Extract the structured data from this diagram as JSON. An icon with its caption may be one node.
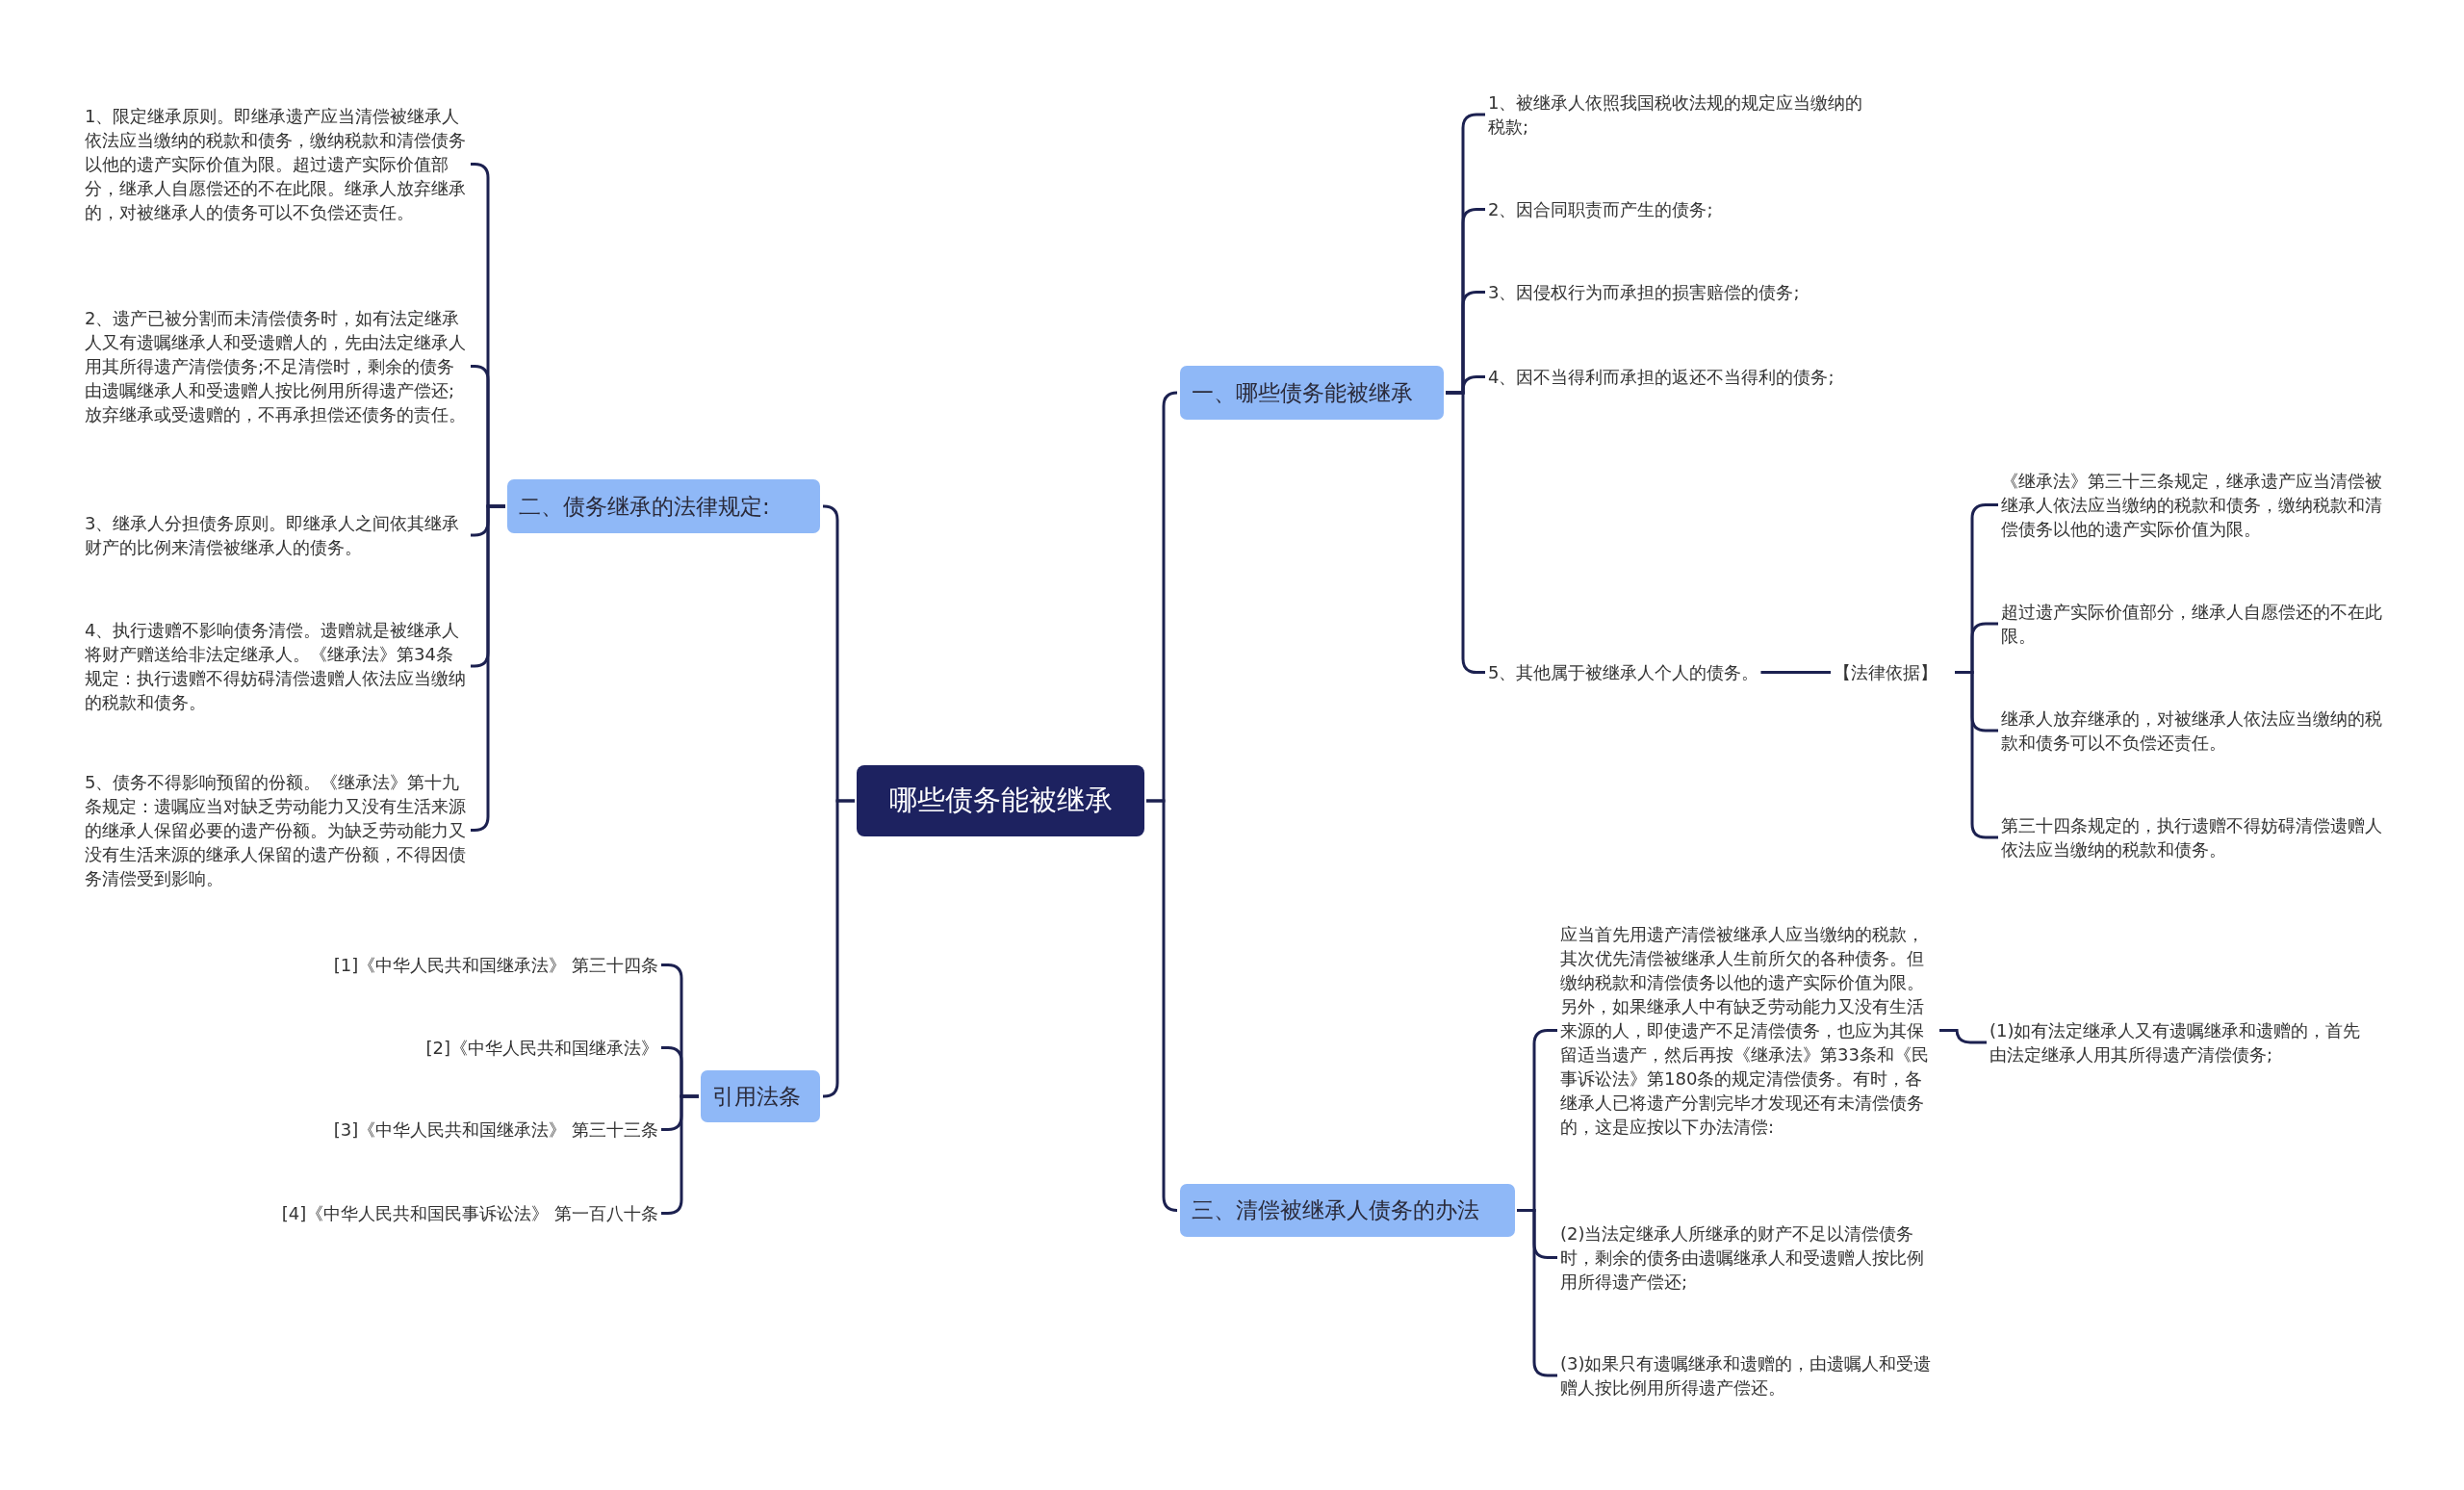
{
  "diagram": {
    "nodes": [
      {
        "text": [
          "哪些债务能被继承"
        ]
      },
      {
        "text": [
          "一、哪些债务能被继承"
        ]
      },
      {
        "text": [
          "1、被继承人依照我国税收法规的规定应当缴纳的税款;"
        ]
      },
      {
        "text": [
          "2、因合同职责而产生的债务;"
        ]
      },
      {
        "text": [
          "3、因侵权行为而承担的损害赔偿的债务;"
        ]
      },
      {
        "text": [
          "4、因不当得利而承担的返还不当得利的债务;"
        ]
      },
      {
        "text": [
          "5、其他属于被继承人个人的债务。"
        ]
      },
      {
        "text": [
          "【法律依据】"
        ]
      },
      {
        "text": [
          "《继承法》第三十三条规定，继承遗产应当清偿被继承人依法应当缴纳的税款和债务，缴纳税款和清偿债务以他的遗产实际价值为限。"
        ]
      },
      {
        "text": [
          "超过遗产实际价值部分，继承人自愿偿还的不在此限。"
        ]
      },
      {
        "text": [
          "继承人放弃继承的，对被继承人依法应当缴纳的税款和债务可以不负偿还责任。"
        ]
      },
      {
        "text": [
          "第三十四条规定的，执行遗赠不得妨碍清偿遗赠人依法应当缴纳的税款和债务。"
        ]
      },
      {
        "text": [
          "三、清偿被继承人债务的办法"
        ]
      },
      {
        "text": [
          "应当首先用遗产清偿被继承人应当缴纳的税款，其次优先清偿被继承人生前所欠的各种债务。但缴纳税款和清偿债务以他的遗产实际价值为限。另外，如果继承人中有缺乏劳动能力又没有生活来源的人，即使遗产不足清偿债务，也应为其保留适当遗产，然后再按《继承法》第33条和《民事诉讼法》第180条的规定清偿债务。有时，各继承人已将遗产分割完毕才发现还有未清偿债务的，这是应按以下办法清偿:"
        ]
      },
      {
        "text": [
          "(1)如有法定继承人又有遗嘱继承和遗赠的，首先由法定继承人用其所得遗产清偿债务;"
        ]
      },
      {
        "text": [
          "(2)当法定继承人所继承的财产不足以清偿债务时，剩余的债务由遗嘱继承人和受遗赠人按比例用所得遗产偿还;"
        ]
      },
      {
        "text": [
          "(3)如果只有遗嘱继承和遗赠的，由遗嘱人和受遗赠人按比例用所得遗产偿还。"
        ]
      },
      {
        "text": [
          "二、债务继承的法律规定:"
        ]
      },
      {
        "text": [
          "1、限定继承原则。即继承遗产应当清偿被继承人依法应当缴纳的税款和债务，缴纳税款和清偿债务以他的遗产实际价值为限。超过遗产实际价值部分，继承人自愿偿还的不在此限。继承人放弃继承的，对被继承人的债务可以不负偿还责任。"
        ]
      },
      {
        "text": [
          "2、遗产已被分割而未清偿债务时，如有法定继承人又有遗嘱继承人和受遗赠人的，先由法定继承人用其所得遗产清偿债务;不足清偿时，剩余的债务由遗嘱继承人和受遗赠人按比例用所得遗产偿还;放弃继承或受遗赠的，不再承担偿还债务的责任。"
        ]
      },
      {
        "text": [
          "3、继承人分担债务原则。即继承人之间依其继承财产的比例来清偿被继承人的债务。"
        ]
      },
      {
        "text": [
          "4、执行遗赠不影响债务清偿。遗赠就是被继承人将财产赠送给非法定继承人。《继承法》第34条规定：执行遗赠不得妨碍清偿遗赠人依法应当缴纳的税款和债务。"
        ]
      },
      {
        "text": [
          "5、债务不得影响预留的份额。《继承法》第十九条规定：遗嘱应当对缺乏劳动能力又没有生活来源的继承人保留必要的遗产份额。为缺乏劳动能力又没有生活来源的继承人保留的遗产份额，不得因债务清偿受到影响。"
        ]
      },
      {
        "text": [
          "引用法条"
        ]
      },
      {
        "text": [
          "[1]《中华人民共和国继承法》 第三十四条"
        ]
      },
      {
        "text": [
          "[2]《中华人民共和国继承法》"
        ]
      },
      {
        "text": [
          "[3]《中华人民共和国继承法》 第三十三条"
        ]
      },
      {
        "text": [
          "[4]《中华人民共和国民事诉讼法》 第一百八十条"
        ]
      }
    ],
    "edges": [
      {
        "from": 0,
        "to": 1,
        "arrow": "none"
      },
      {
        "from": 0,
        "to": 12,
        "arrow": "none"
      },
      {
        "from": 0,
        "to": 17,
        "arrow": "none"
      },
      {
        "from": 0,
        "to": 23,
        "arrow": "none"
      },
      {
        "from": 1,
        "to": 2,
        "arrow": "none"
      },
      {
        "from": 1,
        "to": 3,
        "arrow": "none"
      },
      {
        "from": 1,
        "to": 4,
        "arrow": "none"
      },
      {
        "from": 1,
        "to": 5,
        "arrow": "none"
      },
      {
        "from": 1,
        "to": 6,
        "arrow": "none"
      },
      {
        "from": 6,
        "to": 7,
        "arrow": "none"
      },
      {
        "from": 7,
        "to": 8,
        "arrow": "none"
      },
      {
        "from": 7,
        "to": 9,
        "arrow": "none"
      },
      {
        "from": 7,
        "to": 10,
        "arrow": "none"
      },
      {
        "from": 7,
        "to": 11,
        "arrow": "none"
      },
      {
        "from": 12,
        "to": 13,
        "arrow": "none"
      },
      {
        "from": 12,
        "to": 15,
        "arrow": "none"
      },
      {
        "from": 12,
        "to": 16,
        "arrow": "none"
      },
      {
        "from": 13,
        "to": 14,
        "arrow": "none"
      },
      {
        "from": 17,
        "to": 18,
        "arrow": "none"
      },
      {
        "from": 17,
        "to": 19,
        "arrow": "none"
      },
      {
        "from": 17,
        "to": 20,
        "arrow": "none"
      },
      {
        "from": 17,
        "to": 21,
        "arrow": "none"
      },
      {
        "from": 17,
        "to": 22,
        "arrow": "none"
      },
      {
        "from": 23,
        "to": 24,
        "arrow": "none"
      },
      {
        "from": 23,
        "to": 25,
        "arrow": "none"
      },
      {
        "from": 23,
        "to": 26,
        "arrow": "none"
      },
      {
        "from": 23,
        "to": 27,
        "arrow": "none"
      }
    ]
  }
}
